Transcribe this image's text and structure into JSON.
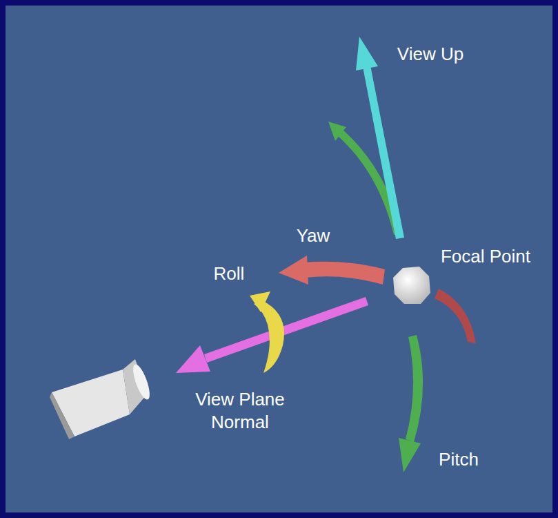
{
  "diagram": {
    "labels": [
      "View Up",
      "Yaw",
      "Focal Point",
      "Roll",
      "View Plane Normal",
      "Pitch"
    ]
  }
}
